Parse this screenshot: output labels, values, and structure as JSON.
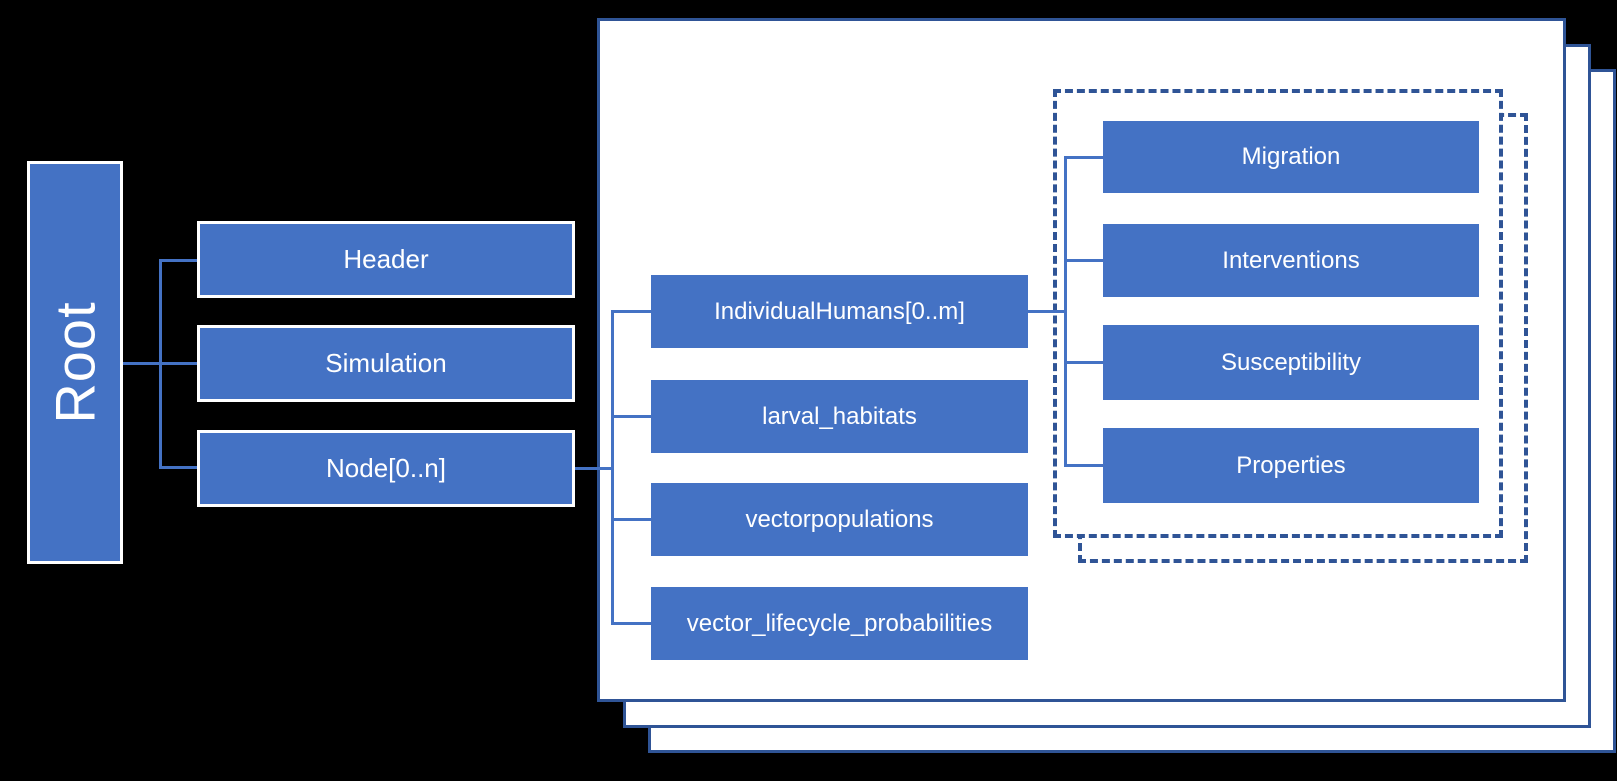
{
  "diagram": {
    "root": {
      "label": "Root"
    },
    "root_children": [
      {
        "label": "Header"
      },
      {
        "label": "Simulation"
      },
      {
        "label": "Node[0..n]"
      }
    ],
    "node_children": [
      {
        "label": "IndividualHumans[0..m]"
      },
      {
        "label": "larval_habitats"
      },
      {
        "label": "vectorpopulations"
      },
      {
        "label": "vector_lifecycle_probabilities"
      }
    ],
    "individual_human_children": [
      {
        "label": "Migration"
      },
      {
        "label": "Interventions"
      },
      {
        "label": "Susceptibility"
      },
      {
        "label": "Properties"
      }
    ],
    "colors": {
      "background": "#000000",
      "box_fill": "#4472C4",
      "box_text": "#FFFFFF",
      "box_border": "#FFFFFF",
      "page_fill": "#FFFFFF",
      "page_border": "#2F5496",
      "dashed_border": "#2F5496",
      "connector": "#4472C4"
    }
  }
}
